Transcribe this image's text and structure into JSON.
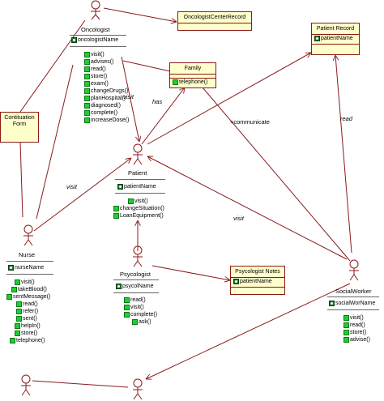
{
  "actors": [
    {
      "key": "oncologist",
      "name": "Oncologist",
      "attribute": "oncologistName",
      "operations": [
        "visit()",
        "advises()",
        "read()",
        "store()",
        "exam()",
        "changeDrugs()",
        "planHospital()",
        "diagnosed()",
        "complete()",
        "increaseDose()"
      ]
    },
    {
      "key": "patient",
      "name": "Patient",
      "attribute": "patientName",
      "operations": [
        "visit()",
        "changeSituation()",
        "LoanEquipment()"
      ]
    },
    {
      "key": "nurse",
      "name": "Nurse",
      "attribute": "nurseName",
      "operations": [
        "visit()",
        "takeBlood()",
        "sentMessage()",
        "read()",
        "refer()",
        "sent()",
        "helpIn()",
        "store()",
        "telephone()"
      ]
    },
    {
      "key": "psycologist",
      "name": "Psycologist",
      "attribute": "psycolName",
      "operations": [
        "read()",
        "visit()",
        "complete()",
        "ask()"
      ]
    },
    {
      "key": "socialworker",
      "name": "SocialWorker",
      "attribute": "socialWorName",
      "operations": [
        "visit()",
        "read()",
        "store()",
        "advise()"
      ]
    }
  ],
  "classes": [
    {
      "key": "oncologistcenterrecord",
      "name": "OncologistCenterRecord",
      "attributes": [],
      "operations": []
    },
    {
      "key": "patientrecord",
      "name": "Patient Record",
      "attributes": [
        "patientName"
      ],
      "operations": []
    },
    {
      "key": "family",
      "name": "Family",
      "attributes": [],
      "operations": [
        "telephone()"
      ]
    },
    {
      "key": "contituationform",
      "name": "Contituation Form",
      "attributes": [],
      "operations": []
    },
    {
      "key": "psycologistnotes",
      "name": "Psycologist Notes",
      "attributes": [
        "patientName"
      ],
      "operations": []
    }
  ],
  "relationship_labels": {
    "visit_oncologist_patient": "visit",
    "has": "has",
    "communicate": "+communicate",
    "read": "read",
    "visit_nurse_patient": "visit",
    "visit_socialworker_patient": "visit"
  },
  "colors": {
    "class_fill": "#ffffcc",
    "class_border": "#8b1a1a",
    "actor_stroke": "#8b1a1a",
    "line": "#8b1a1a"
  }
}
